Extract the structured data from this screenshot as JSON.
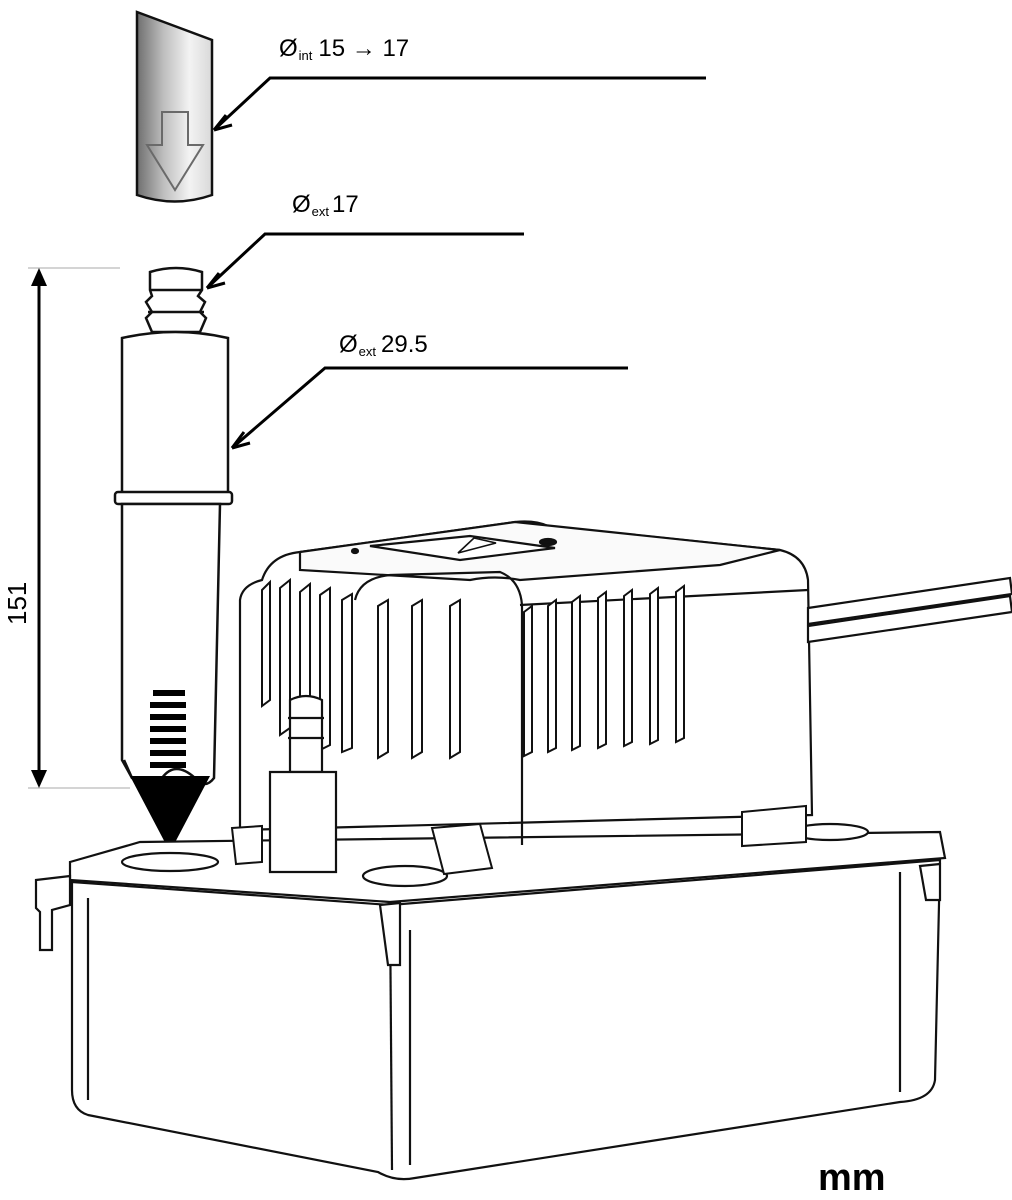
{
  "callouts": {
    "inlet_inner": {
      "symbol": "Ø",
      "sub": "int",
      "value": "15 → 17"
    },
    "nozzle_outer": {
      "symbol": "Ø",
      "sub": "ext",
      "value": "17"
    },
    "body_outer": {
      "symbol": "Ø",
      "sub": "ext",
      "value": "29.5"
    }
  },
  "dimension": {
    "height": "151"
  },
  "unit": "mm"
}
